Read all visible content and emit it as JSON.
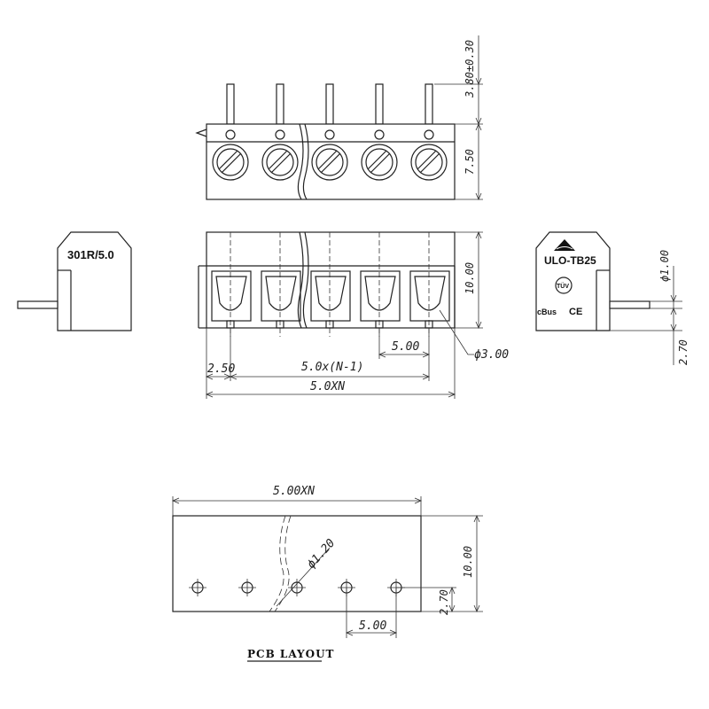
{
  "side_label": "301R/5.0",
  "brand_label": "ULO-TB25",
  "cert_tuv": "TÜV",
  "cert_ul": "cBus",
  "cert_ce": "CE",
  "dims": {
    "pin_length": "3.80±0.30",
    "top_height": "7.50",
    "front_height": "10.00",
    "wire_hole": "ϕ3.00",
    "pitch": "5.00",
    "offset": "2.50",
    "pitch_total": "5.0x(N-1)",
    "overall": "5.0XN",
    "pin_dia": "ϕ1.00",
    "pin_offset": "2.70",
    "pcb_overall": "5.00XN",
    "pcb_hole": "ϕ1.20",
    "pcb_height": "10.00",
    "pcb_offset": "2.70",
    "pcb_pitch": "5.00"
  },
  "pcb_caption": "PCB LAYOUT"
}
